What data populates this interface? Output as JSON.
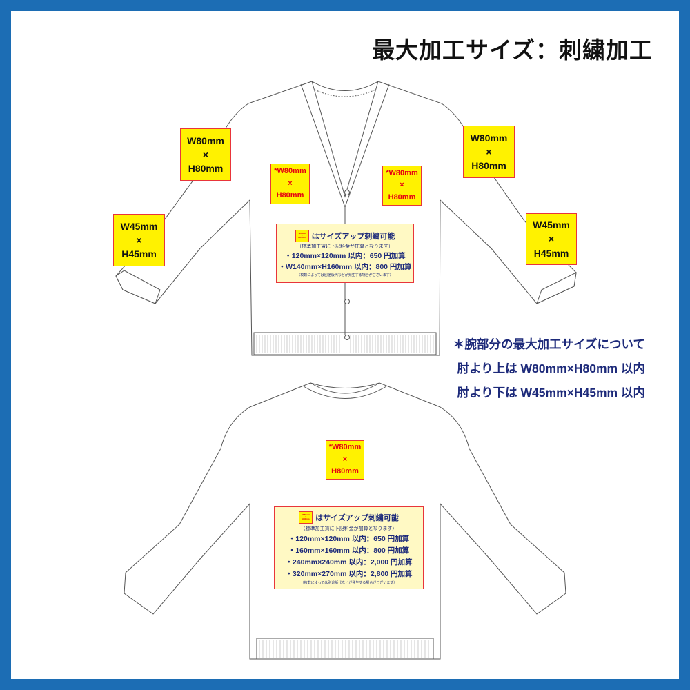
{
  "title": "最大加工サイズ：刺繍加工",
  "colors": {
    "frame": "#1c6db4",
    "box_fill": "#fff200",
    "box_border": "#e8353b",
    "info_fill": "#fff9c4",
    "navy": "#1d2a7a",
    "red": "#e60012"
  },
  "front": {
    "left_upper_arm": {
      "w": "W80mm",
      "x": "×",
      "h": "H80mm"
    },
    "left_lower_arm": {
      "w": "W45mm",
      "x": "×",
      "h": "H45mm"
    },
    "right_upper_arm": {
      "w": "W80mm",
      "x": "×",
      "h": "H80mm"
    },
    "right_lower_arm": {
      "w": "W45mm",
      "x": "×",
      "h": "H45mm"
    },
    "left_chest": {
      "w": "*W80mm",
      "x": "×",
      "h": "H80mm"
    },
    "right_chest": {
      "w": "*W80mm",
      "x": "×",
      "h": "H80mm"
    },
    "info": {
      "mini": {
        "w": "*W80mm",
        "x": "×",
        "h": "H80mm"
      },
      "heading": "はサイズアップ刺繍可能",
      "sub": "（標準加工賃に下記料金が加算となります）",
      "lines": [
        "・120mm×120mm 以内：650 円加算",
        "・W140mm×H160mm 以内：800 円加算"
      ],
      "footnote": "（枚数によっては別途版代などが発生する場合がございます）"
    }
  },
  "back": {
    "center": {
      "w": "*W80mm",
      "x": "×",
      "h": "H80mm"
    },
    "info": {
      "mini": {
        "w": "*W80mm",
        "x": "×",
        "h": "H80mm"
      },
      "heading": "はサイズアップ刺繍可能",
      "sub": "（標準加工賃に下記料金が加算となります）",
      "lines": [
        "・120mm×120mm 以内：650 円加算",
        "・160mm×160mm 以内：800 円加算",
        "・240mm×240mm 以内：2,000 円加算",
        "・320mm×270mm 以内：2,800 円加算"
      ],
      "footnote": "（枚数によっては別途版代などが発生する場合がございます）"
    }
  },
  "note": [
    "＊腕部分の最大加工サイズについて",
    "肘より上は W80mm×H80mm 以内",
    "肘より下は W45mm×H45mm 以内"
  ]
}
